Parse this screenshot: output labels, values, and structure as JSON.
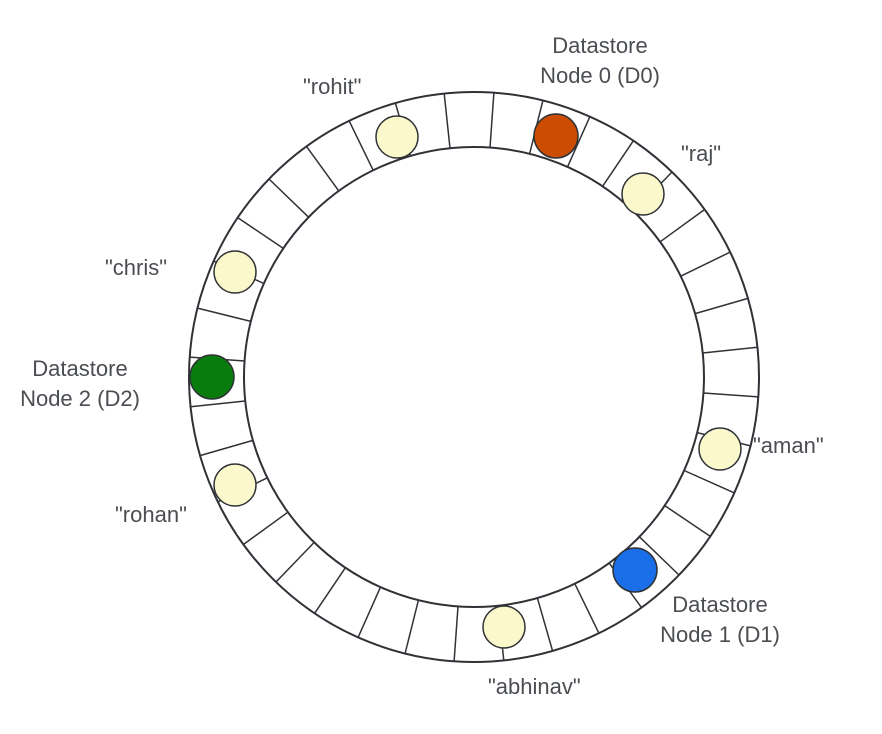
{
  "nodes": [
    {
      "id": "d0",
      "line1": "Datastore",
      "line2": "Node 0 (D0)",
      "color": "#cc4c02"
    },
    {
      "id": "d1",
      "line1": "Datastore",
      "line2": "Node 1 (D1)",
      "color": "#1a6fe8"
    },
    {
      "id": "d2",
      "line1": "Datastore",
      "line2": "Node 2 (D2)",
      "color": "#087d0e"
    }
  ],
  "keys": [
    {
      "id": "rohit",
      "label": "\"rohit\""
    },
    {
      "id": "raj",
      "label": "\"raj\""
    },
    {
      "id": "chris",
      "label": "\"chris\""
    },
    {
      "id": "aman",
      "label": "\"aman\""
    },
    {
      "id": "rohan",
      "label": "\"rohan\""
    },
    {
      "id": "abhinav",
      "label": "\"abhinav\""
    }
  ],
  "colors": {
    "key_fill": "#fbf8cc",
    "ring_stroke": "#2f3236",
    "label_text": "#4a4d52"
  }
}
